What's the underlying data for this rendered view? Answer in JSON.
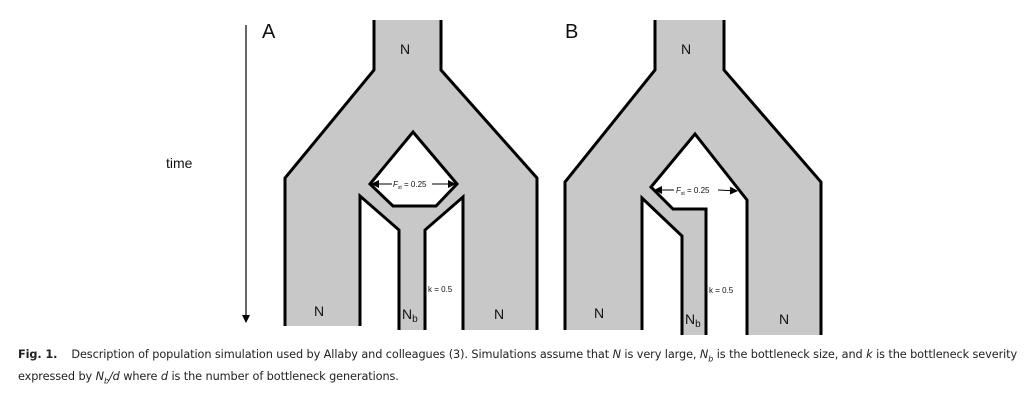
{
  "figure": {
    "axis_label": "time",
    "panels": [
      {
        "letter": "A",
        "top_label": "N",
        "bottom_labels": [
          "N",
          "N",
          "N"
        ],
        "bottleneck_label": "N",
        "bottleneck_sub": "b",
        "fst_label": "F",
        "fst_sub": "st",
        "fst_value": " = 0.25",
        "k_label": "k = 0.5"
      },
      {
        "letter": "B",
        "top_label": "N",
        "bottom_labels": [
          "N",
          "N",
          "N"
        ],
        "bottleneck_label": "N",
        "bottleneck_sub": "b",
        "fst_label": "F",
        "fst_sub": "st",
        "fst_value": " = 0.25",
        "k_label": "k = 0.5"
      }
    ],
    "colors": {
      "fill": "#c8c8c8",
      "stroke": "#000000"
    }
  },
  "caption": {
    "label": "Fig. 1.",
    "t1": "Description of population simulation used by Allaby and colleagues (3). Simulations assume that ",
    "i1": "N",
    "t2": " is very large, ",
    "i2": "N",
    "i2sub": "b",
    "t3": " is the bottleneck size, and ",
    "i3": "k",
    "t4": " is the bottleneck severity expressed by ",
    "i4": "N",
    "i4sub": "b",
    "i4b": "/d",
    "t5": " where ",
    "i5": "d",
    "t6": " is the number of bottleneck generations."
  }
}
